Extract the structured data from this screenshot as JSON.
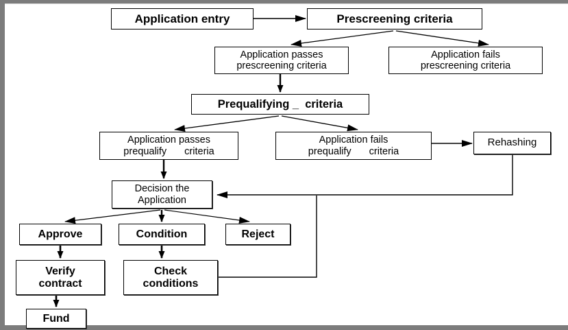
{
  "diagram": {
    "title": "Loan application processing flowchart",
    "type": "flowchart",
    "colors": {
      "background": "#ffffff",
      "frame": "#7c7c7c",
      "node_border": "#000000",
      "node_fill": "#ffffff",
      "connector": "#000000",
      "text": "#000000"
    },
    "nodes": [
      {
        "id": "entry",
        "label": "Application entry"
      },
      {
        "id": "prescreen",
        "label": "Prescreening criteria"
      },
      {
        "id": "pass_pre_1",
        "label": "Application passes"
      },
      {
        "id": "pass_pre_2",
        "label": "prescreening criteria"
      },
      {
        "id": "fail_pre_1",
        "label": "Application fails"
      },
      {
        "id": "fail_pre_2",
        "label": "prescreening criteria"
      },
      {
        "id": "prequal",
        "label": "Prequalifying _  criteria"
      },
      {
        "id": "pass_qual_1",
        "label": "Application passes"
      },
      {
        "id": "pass_qual_2a",
        "label": "prequalify"
      },
      {
        "id": "pass_qual_2b",
        "label": "criteria"
      },
      {
        "id": "fail_qual_1",
        "label": "Application fails"
      },
      {
        "id": "fail_qual_2a",
        "label": "prequalify"
      },
      {
        "id": "fail_qual_2b",
        "label": "criteria"
      },
      {
        "id": "rehash",
        "label": "Rehashing"
      },
      {
        "id": "decision_1",
        "label": "Decision the"
      },
      {
        "id": "decision_2",
        "label": "Application"
      },
      {
        "id": "approve",
        "label": "Approve"
      },
      {
        "id": "condition",
        "label": "Condition"
      },
      {
        "id": "reject",
        "label": "Reject"
      },
      {
        "id": "verify_1",
        "label": "Verify"
      },
      {
        "id": "verify_2",
        "label": "contract"
      },
      {
        "id": "check_1",
        "label": "Check"
      },
      {
        "id": "check_2",
        "label": "conditions"
      },
      {
        "id": "fund",
        "label": "Fund"
      }
    ],
    "edges": [
      {
        "from": "entry",
        "to": "prescreen",
        "style": "straight-right"
      },
      {
        "from": "prescreen",
        "to": "pass_pre",
        "style": "fan-left"
      },
      {
        "from": "prescreen",
        "to": "fail_pre",
        "style": "fan-right"
      },
      {
        "from": "pass_pre",
        "to": "prequal",
        "style": "straight-down"
      },
      {
        "from": "prequal",
        "to": "pass_qual",
        "style": "fan-left"
      },
      {
        "from": "prequal",
        "to": "fail_qual",
        "style": "fan-right"
      },
      {
        "from": "fail_qual",
        "to": "rehash",
        "style": "straight-right"
      },
      {
        "from": "pass_qual",
        "to": "decision",
        "style": "straight-down"
      },
      {
        "from": "rehash",
        "to": "decision",
        "style": "loop-back-left"
      },
      {
        "from": "decision",
        "to": "approve",
        "style": "fan-left"
      },
      {
        "from": "decision",
        "to": "condition",
        "style": "straight-down"
      },
      {
        "from": "decision",
        "to": "reject",
        "style": "fan-right"
      },
      {
        "from": "approve",
        "to": "verify",
        "style": "straight-down"
      },
      {
        "from": "condition",
        "to": "check",
        "style": "straight-down"
      },
      {
        "from": "verify",
        "to": "fund",
        "style": "straight-down"
      },
      {
        "from": "check",
        "to": "decision",
        "style": "loop-back-up"
      }
    ]
  }
}
